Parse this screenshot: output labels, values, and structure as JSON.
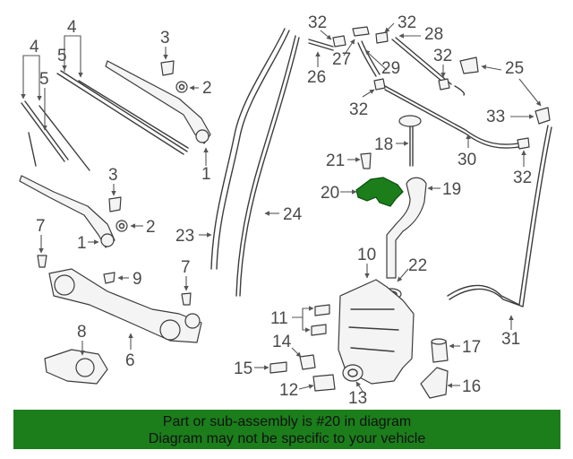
{
  "diagram": {
    "callouts": [
      {
        "id": "c-4a",
        "text": "4"
      },
      {
        "id": "c-5a",
        "text": "5"
      },
      {
        "id": "c-4b",
        "text": "4"
      },
      {
        "id": "c-5b",
        "text": "5"
      },
      {
        "id": "c-3a",
        "text": "3"
      },
      {
        "id": "c-2a",
        "text": "2"
      },
      {
        "id": "c-1a",
        "text": "1"
      },
      {
        "id": "c-3b",
        "text": "3"
      },
      {
        "id": "c-2b",
        "text": "2"
      },
      {
        "id": "c-1b",
        "text": "1"
      },
      {
        "id": "c-7a",
        "text": "7"
      },
      {
        "id": "c-9",
        "text": "9"
      },
      {
        "id": "c-7b",
        "text": "7"
      },
      {
        "id": "c-8",
        "text": "8"
      },
      {
        "id": "c-6",
        "text": "6"
      },
      {
        "id": "c-23",
        "text": "23"
      },
      {
        "id": "c-24",
        "text": "24"
      },
      {
        "id": "c-32a",
        "text": "32"
      },
      {
        "id": "c-32b",
        "text": "32"
      },
      {
        "id": "c-26",
        "text": "26"
      },
      {
        "id": "c-27",
        "text": "27"
      },
      {
        "id": "c-28",
        "text": "28"
      },
      {
        "id": "c-29",
        "text": "29"
      },
      {
        "id": "c-32c",
        "text": "32"
      },
      {
        "id": "c-25",
        "text": "25"
      },
      {
        "id": "c-32d",
        "text": "32"
      },
      {
        "id": "c-33",
        "text": "33"
      },
      {
        "id": "c-18",
        "text": "18"
      },
      {
        "id": "c-30",
        "text": "30"
      },
      {
        "id": "c-21",
        "text": "21"
      },
      {
        "id": "c-32e",
        "text": "32"
      },
      {
        "id": "c-20",
        "text": "20"
      },
      {
        "id": "c-19",
        "text": "19"
      },
      {
        "id": "c-10",
        "text": "10"
      },
      {
        "id": "c-22",
        "text": "22"
      },
      {
        "id": "c-11",
        "text": "11"
      },
      {
        "id": "c-31",
        "text": "31"
      },
      {
        "id": "c-14",
        "text": "14"
      },
      {
        "id": "c-17",
        "text": "17"
      },
      {
        "id": "c-15",
        "text": "15"
      },
      {
        "id": "c-16",
        "text": "16"
      },
      {
        "id": "c-12",
        "text": "12"
      },
      {
        "id": "c-13",
        "text": "13"
      }
    ],
    "highlight_part": "20",
    "highlight_color": "#1b7e1b"
  },
  "banner": {
    "line1": "Part or sub-assembly is #20 in diagram",
    "line2": "Diagram may not be specific to your vehicle",
    "background": "#1b7e1b"
  }
}
